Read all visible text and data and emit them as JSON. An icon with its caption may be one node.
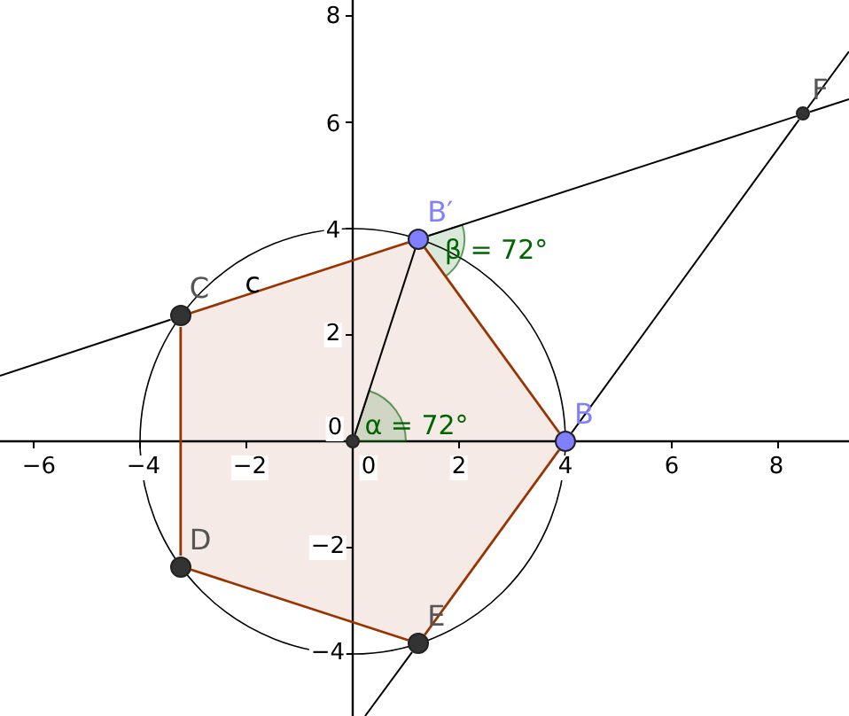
{
  "diagram": {
    "nodes": [
      {
        "text": [
          "F"
        ]
      },
      {
        "text": [
          "B′"
        ]
      },
      {
        "text": [
          "C"
        ]
      },
      {
        "text": [],
        "shape": "circle"
      },
      {
        "text": [
          "B"
        ]
      },
      {
        "text": [
          "D"
        ]
      },
      {
        "text": [
          "E"
        ]
      }
    ],
    "edges": [
      {
        "from": 4,
        "to": 1,
        "arrow": "none",
        "color": "#993300"
      },
      {
        "from": 1,
        "to": 2,
        "arrow": "none",
        "label": "c",
        "color": "#993300"
      },
      {
        "from": 2,
        "to": 5,
        "arrow": "none",
        "color": "#993300"
      },
      {
        "from": 5,
        "to": 6,
        "arrow": "none",
        "color": "#993300"
      },
      {
        "from": 6,
        "to": 4,
        "arrow": "none",
        "color": "#993300"
      },
      {
        "from": 3,
        "to": 1,
        "arrow": "none"
      },
      {
        "from": 1,
        "to": 0,
        "arrow": "none"
      },
      {
        "from": 4,
        "to": 0,
        "arrow": "none"
      },
      {
        "from": null,
        "to": 2,
        "arrow": "none"
      },
      {
        "from": 0,
        "to": null,
        "arrow": "none"
      },
      {
        "from": 0,
        "to": null,
        "arrow": "none"
      },
      {
        "from": 6,
        "to": null,
        "arrow": "none"
      }
    ],
    "labels": [
      "8",
      "6",
      "4",
      "β = 72°",
      "2",
      "0",
      "α = 72°",
      "−6",
      "−4",
      "−2",
      "0",
      "2",
      "4",
      "6",
      "8",
      "−2",
      "−4"
    ]
  }
}
